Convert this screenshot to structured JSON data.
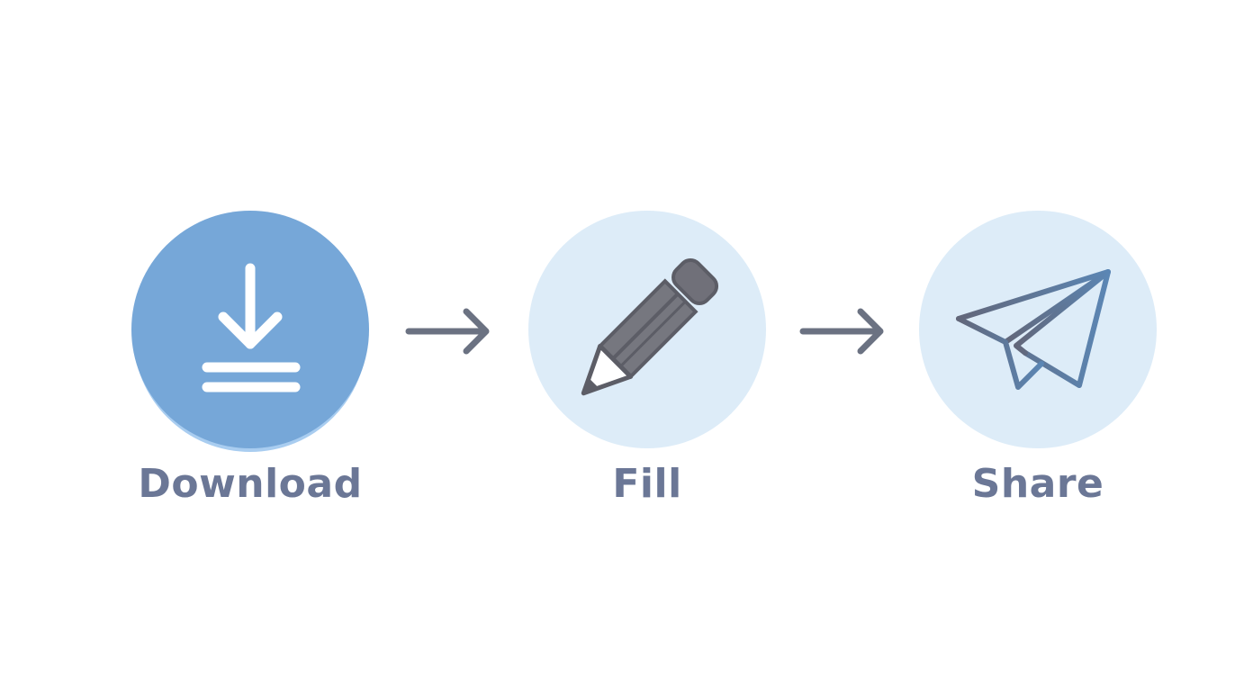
{
  "colors": {
    "primary_circle": "#76a7d8",
    "primary_shadow": "#a9cdf0",
    "light_circle": "#ddecf8",
    "icon_dark": "#65666f",
    "icon_blue": "#5b7fa6",
    "label": "#6b7796",
    "arrow": "#6b7282"
  },
  "steps": [
    {
      "label": "Download",
      "icon": "download-icon"
    },
    {
      "label": "Fill",
      "icon": "pencil-icon"
    },
    {
      "label": "Share",
      "icon": "paper-plane-icon"
    }
  ],
  "connectors": [
    {
      "icon": "arrow-right-icon"
    },
    {
      "icon": "arrow-right-icon"
    }
  ]
}
